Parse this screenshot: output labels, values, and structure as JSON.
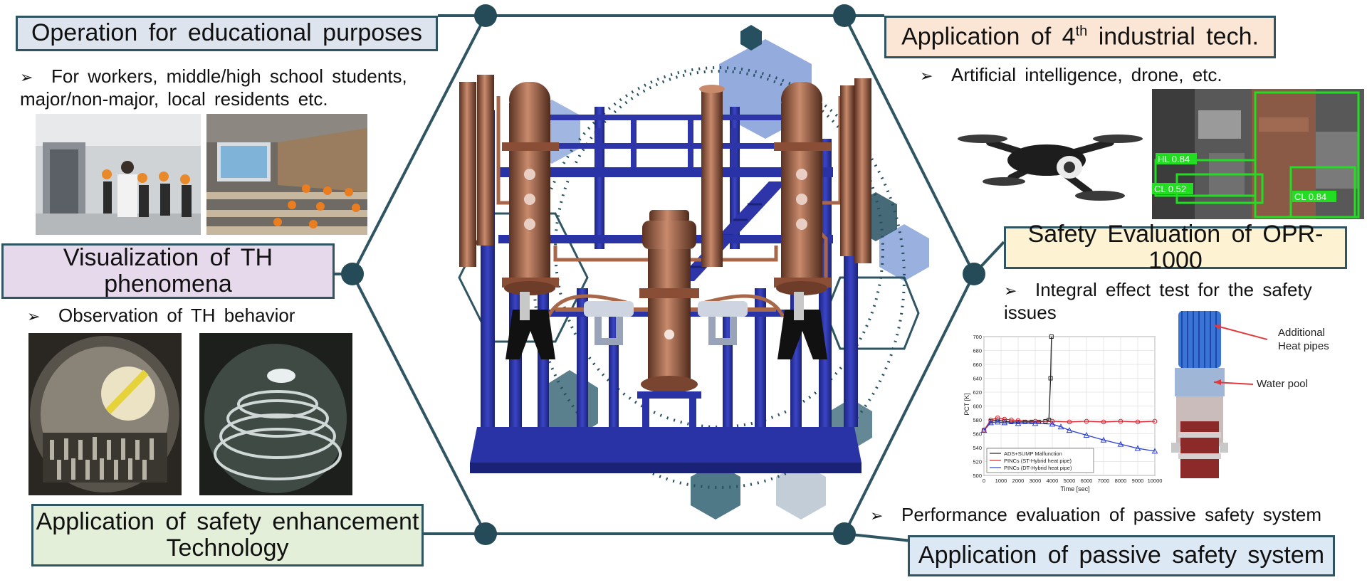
{
  "sections": {
    "education": {
      "title": "Operation for educational purposes",
      "bullet": "For workers, middle/high school students, major/non-major, local residents etc."
    },
    "fourth_industrial": {
      "title_main": "Application of 4",
      "title_sup": "th",
      "title_end": " industrial tech.",
      "bullet": "Artificial intelligence, drone, etc.",
      "detection_labels": [
        "HL 0.84",
        "CL 0.52",
        "CL 0.84"
      ]
    },
    "visualization": {
      "title": "Visualization of TH phenomena",
      "bullet": "Observation of TH behavior"
    },
    "safety_evaluation": {
      "title": "Safety Evaluation of OPR-1000",
      "bullet": "Integral effect test for the safety issues",
      "annotation_1": "Additional Heat pipes",
      "annotation_2": "Water pool"
    },
    "safety_enhancement": {
      "title": "Application of safety enhancement Technology"
    },
    "passive_safety": {
      "title": "Application of passive safety system",
      "bullet": "Performance evaluation of passive safety system"
    }
  },
  "colors": {
    "frame": "#2f5563",
    "node": "#244b57",
    "education_fill": "#dde4ee",
    "fourth_fill": "#fbe6d6",
    "visualization_fill": "#e7d9ec",
    "safety_eval_fill": "#fdf2d2",
    "enhancement_fill": "#e3efd9",
    "passive_fill": "#dce8f4",
    "structure_blue": "#2d35a8",
    "copper": "#a9674a"
  },
  "chart_data": {
    "type": "line",
    "xlabel": "Time [sec]",
    "ylabel": "PCT [K]",
    "xlim": [
      0,
      10000
    ],
    "ylim": [
      500,
      700
    ],
    "xticks": [
      0,
      1000,
      2000,
      3000,
      4000,
      5000,
      6000,
      7000,
      8000,
      9000,
      10000
    ],
    "yticks": [
      500,
      520,
      540,
      560,
      580,
      600,
      620,
      640,
      660,
      680,
      700
    ],
    "series": [
      {
        "name": "ADS+SUMP Malfunction",
        "color": "#222222",
        "marker": "square",
        "x": [
          0,
          400,
          800,
          1200,
          1600,
          2000,
          2400,
          2800,
          3200,
          3600,
          3800,
          3900,
          3950
        ],
        "y": [
          565,
          578,
          580,
          578,
          577,
          577,
          577,
          577,
          577,
          578,
          580,
          640,
          700
        ]
      },
      {
        "name": "PINCs (ST-Hybrid heat pipe)",
        "color": "#e0202a",
        "marker": "circle",
        "x": [
          0,
          400,
          800,
          1200,
          1600,
          2000,
          3000,
          4000,
          5000,
          6000,
          7000,
          8000,
          9000,
          10000
        ],
        "y": [
          565,
          580,
          583,
          581,
          580,
          579,
          578,
          578,
          577,
          578,
          577,
          578,
          577,
          578
        ]
      },
      {
        "name": "PINCs (DT-Hybrid heat pipe)",
        "color": "#2a3fd6",
        "marker": "triangle",
        "x": [
          0,
          400,
          800,
          1200,
          2000,
          3000,
          4000,
          4500,
          5000,
          6000,
          7000,
          8000,
          9000,
          10000
        ],
        "y": [
          565,
          576,
          577,
          576,
          575,
          575,
          574,
          570,
          565,
          558,
          551,
          545,
          539,
          535
        ]
      }
    ]
  }
}
